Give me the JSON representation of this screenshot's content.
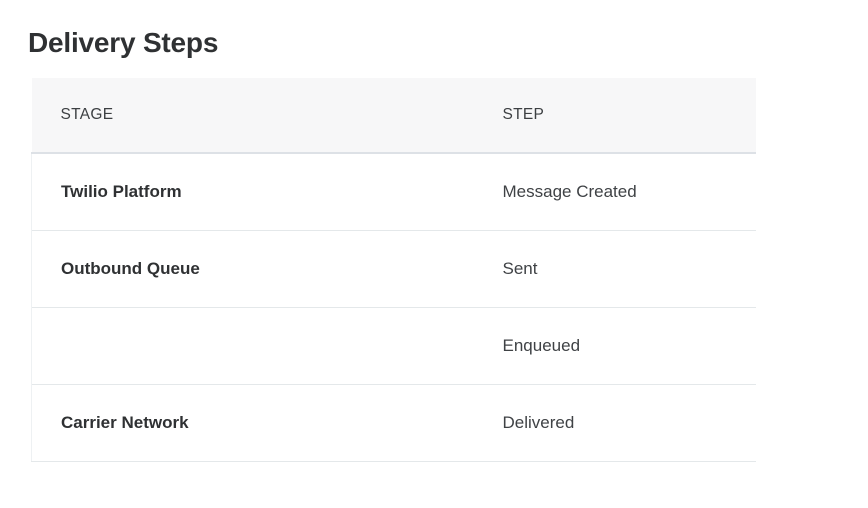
{
  "page": {
    "title": "Delivery Steps",
    "background_color": "#ffffff"
  },
  "table": {
    "header_background_color": "#f7f7f8",
    "header_border_color": "#dde1e6",
    "row_border_color": "#e4e8ea",
    "columns": [
      {
        "key": "stage",
        "label": "STAGE"
      },
      {
        "key": "step",
        "label": "STEP"
      }
    ],
    "rows": [
      {
        "stage": "Twilio Platform",
        "step": "Message Created"
      },
      {
        "stage": "Outbound Queue",
        "step": "Sent"
      },
      {
        "stage": "",
        "step": "Enqueued"
      },
      {
        "stage": "Carrier Network",
        "step": "Delivered"
      }
    ]
  }
}
